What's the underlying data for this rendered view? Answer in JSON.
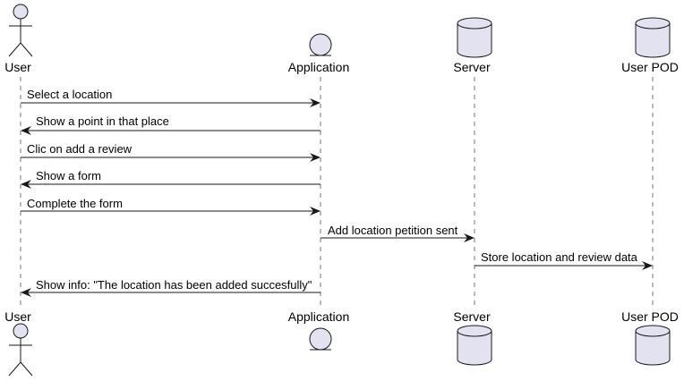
{
  "diagram": {
    "participants": [
      {
        "id": "user",
        "name": "User",
        "kind": "actor"
      },
      {
        "id": "app",
        "name": "Application",
        "kind": "entity"
      },
      {
        "id": "server",
        "name": "Server",
        "kind": "database"
      },
      {
        "id": "pod",
        "name": "User POD",
        "kind": "database"
      }
    ],
    "messages": [
      {
        "from": "user",
        "to": "app",
        "text": "Select a location"
      },
      {
        "from": "app",
        "to": "user",
        "text": "Show a point in that place"
      },
      {
        "from": "user",
        "to": "app",
        "text": "Clic on add a review"
      },
      {
        "from": "app",
        "to": "user",
        "text": "Show a form"
      },
      {
        "from": "user",
        "to": "app",
        "text": "Complete the form"
      },
      {
        "from": "app",
        "to": "server",
        "text": "Add location petition sent"
      },
      {
        "from": "server",
        "to": "pod",
        "text": "Store location and review data"
      },
      {
        "from": "app",
        "to": "user",
        "text": "Show info: \"The location has been added succesfully\""
      }
    ],
    "colors": {
      "participant_fill": "#E2E2F0",
      "participant_stroke": "#181818",
      "lifeline": "#181818",
      "arrow": "#181818"
    }
  }
}
